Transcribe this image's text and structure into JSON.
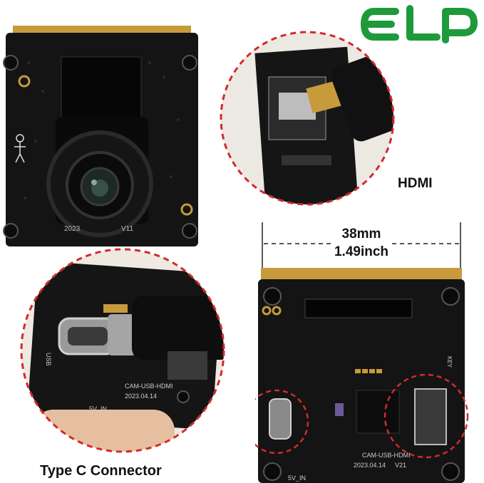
{
  "brand": {
    "logo_text": "ELP",
    "color": "#1f9a3a"
  },
  "captions": {
    "hdmi": "HDMI",
    "type_c": "Type C Connector",
    "width_mm": "38mm",
    "width_inch": "1.49inch"
  },
  "board_marks": {
    "date_front": "2023",
    "version_front": "V11",
    "usb_label": "USB",
    "power_label": "5V_IN",
    "model": "CAM-USB-HDMI",
    "date_back": "2023.04.14",
    "version_back": "V21",
    "key_label": "KEY"
  },
  "colors": {
    "pcb": "#141414",
    "gold": "#c79a3c",
    "dashed_circle": "#d42a2a",
    "accent_green": "#1f9a3a"
  }
}
